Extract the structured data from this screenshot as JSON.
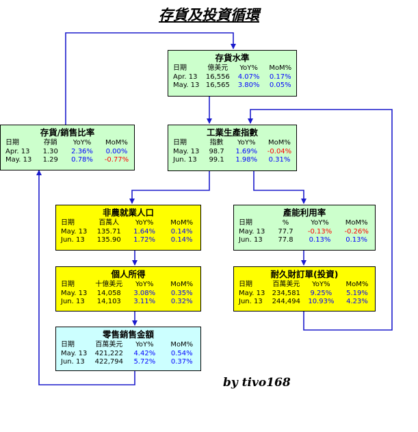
{
  "title": "存貨及投資循環",
  "signature": "by tivo168",
  "colors": {
    "arrow": "#1a1acc",
    "up": "#0000ff",
    "down": "#ff0000"
  },
  "boxes": {
    "inventory_level": {
      "title": "存貨水準",
      "header": [
        "日期",
        "億美元",
        "YoY%",
        "MoM%"
      ],
      "rows": [
        [
          "Apr. 13",
          "16,556",
          "4.07%",
          "0.17%"
        ],
        [
          "May. 13",
          "16,565",
          "3.80%",
          "0.05%"
        ]
      ]
    },
    "inventory_sales_ratio": {
      "title": "存貨/銷售比率",
      "header": [
        "日期",
        "存銷",
        "YoY%",
        "MoM%"
      ],
      "rows": [
        [
          "Apr. 13",
          "1.30",
          "2.36%",
          "0.00%"
        ],
        [
          "May. 13",
          "1.29",
          "0.78%",
          "-0.77%"
        ]
      ]
    },
    "industrial_production": {
      "title": "工業生產指數",
      "header": [
        "日期",
        "指數",
        "YoY%",
        "MoM%"
      ],
      "rows": [
        [
          "May. 13",
          "98.7",
          "1.69%",
          "-0.04%"
        ],
        [
          "Jun. 13",
          "99.1",
          "1.98%",
          "0.31%"
        ]
      ]
    },
    "nonfarm_payrolls": {
      "title": "非農就業人口",
      "header": [
        "日期",
        "百萬人",
        "YoY%",
        "MoM%"
      ],
      "rows": [
        [
          "May. 13",
          "135.71",
          "1.64%",
          "0.14%"
        ],
        [
          "Jun. 13",
          "135.90",
          "1.72%",
          "0.14%"
        ]
      ]
    },
    "capacity_utilization": {
      "title": "產能利用率",
      "header": [
        "日期",
        "%",
        "YoY%",
        "MoM%"
      ],
      "rows": [
        [
          "May. 13",
          "77.7",
          "-0.13%",
          "-0.26%"
        ],
        [
          "Jun. 13",
          "77.8",
          "0.13%",
          "0.13%"
        ]
      ]
    },
    "personal_income": {
      "title": "個人所得",
      "header": [
        "日期",
        "十億美元",
        "YoY%",
        "MoM%"
      ],
      "rows": [
        [
          "May. 13",
          "14,058",
          "3.08%",
          "0.35%"
        ],
        [
          "Jun. 13",
          "14,103",
          "3.11%",
          "0.32%"
        ]
      ]
    },
    "durable_goods": {
      "title": "耐久財訂單(投資)",
      "header": [
        "日期",
        "百萬美元",
        "YoY%",
        "MoM%"
      ],
      "rows": [
        [
          "May. 13",
          "234,581",
          "9.25%",
          "5.19%"
        ],
        [
          "Jun. 13",
          "244,494",
          "10.93%",
          "4.23%"
        ]
      ]
    },
    "retail_sales": {
      "title": "零售銷售金額",
      "header": [
        "日期",
        "百萬美元",
        "YoY%",
        "MoM%"
      ],
      "rows": [
        [
          "May. 13",
          "421,222",
          "4.42%",
          "0.54%"
        ],
        [
          "Jun. 13",
          "422,794",
          "5.72%",
          "0.37%"
        ]
      ]
    }
  }
}
